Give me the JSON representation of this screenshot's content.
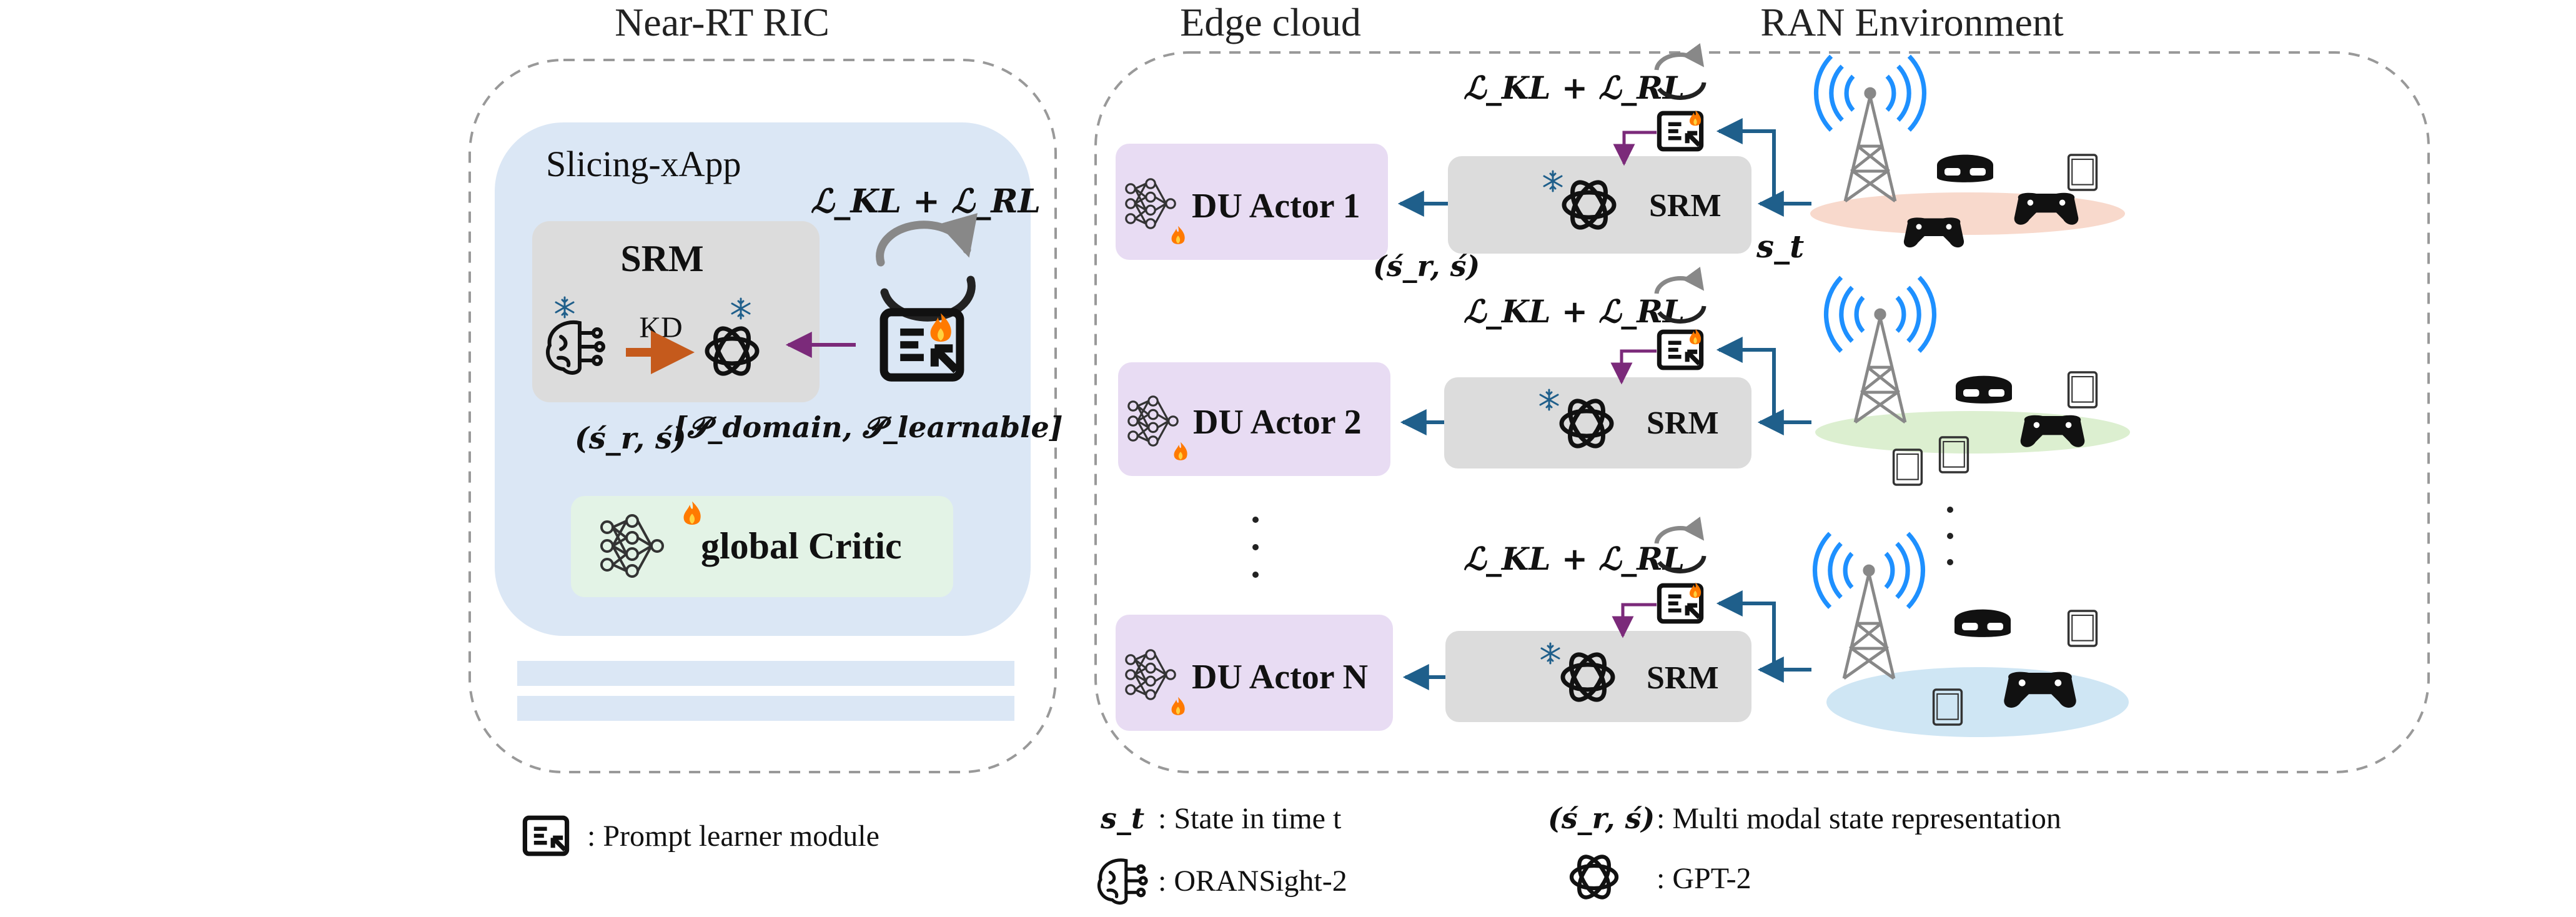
{
  "sections": {
    "near_rt_ric": "Near-RT RIC",
    "edge_cloud": "Edge cloud",
    "ran_environment": "RAN Environment"
  },
  "slicing_xapp": {
    "title": "Slicing-xApp",
    "srm_label": "SRM",
    "kd_label": "KD",
    "loss": "ℒ_KL + ℒ_RL",
    "state_repr": "(ś_r, ś)",
    "prompt_params": "[𝓟_domain, 𝓟_learnable]",
    "critic_label": "global Critic"
  },
  "actors": [
    {
      "label": "DU Actor 1"
    },
    {
      "label": "DU Actor 2"
    },
    {
      "label": "DU Actor N"
    }
  ],
  "srm_label": "SRM",
  "state_label": "s_t",
  "legend": {
    "prompt_learner": ": Prompt learner module",
    "state_desc": ": State in time t",
    "oransight": ": ORANSight-2",
    "multimodal": ": Multi modal state representation",
    "gpt2": ": GPT-2"
  },
  "colors": {
    "xapp_bg": "#dbe7f5",
    "srm_bg": "#dcdcdc",
    "actor_bg": "#e8dcf3",
    "critic_bg": "#e3f3e6",
    "arrow_blue": "#1f5f8b",
    "arrow_purple": "#7b2a7a",
    "kd_arrow": "#c55a1c",
    "flame": "#ff7a00",
    "ellipse_pink": "#f8d9cc",
    "ellipse_green": "#dcefd0",
    "ellipse_blue": "#cfe6f4",
    "tower_blue": "#1e90ff"
  }
}
